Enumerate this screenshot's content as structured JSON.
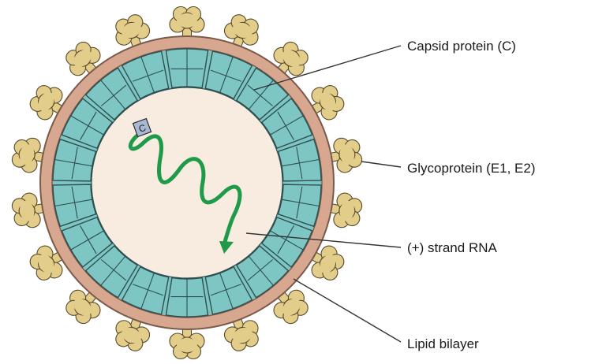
{
  "labels": {
    "capsid": "Capsid protein (C)",
    "glycoprotein": "Glycoprotein (E1, E2)",
    "rna": "(+) strand RNA",
    "lipid": "Lipid bilayer",
    "cap_marker": "C"
  },
  "colors": {
    "outer_rim": "#7a5a4a",
    "lipid_fill": "#d7a88f",
    "glyco_fill": "#e2cd8a",
    "glyco_stroke": "#5a4a2a",
    "capsid_fill": "#7ec6c4",
    "capsid_stroke": "#2e4f4f",
    "interior_fill": "#f8ebe0",
    "rna": "#1f9a49",
    "cap_marker_fill": "#a8b8d0",
    "leader_line": "#333333"
  },
  "counts": {
    "glycoproteins": 18,
    "capsomers": 18
  }
}
